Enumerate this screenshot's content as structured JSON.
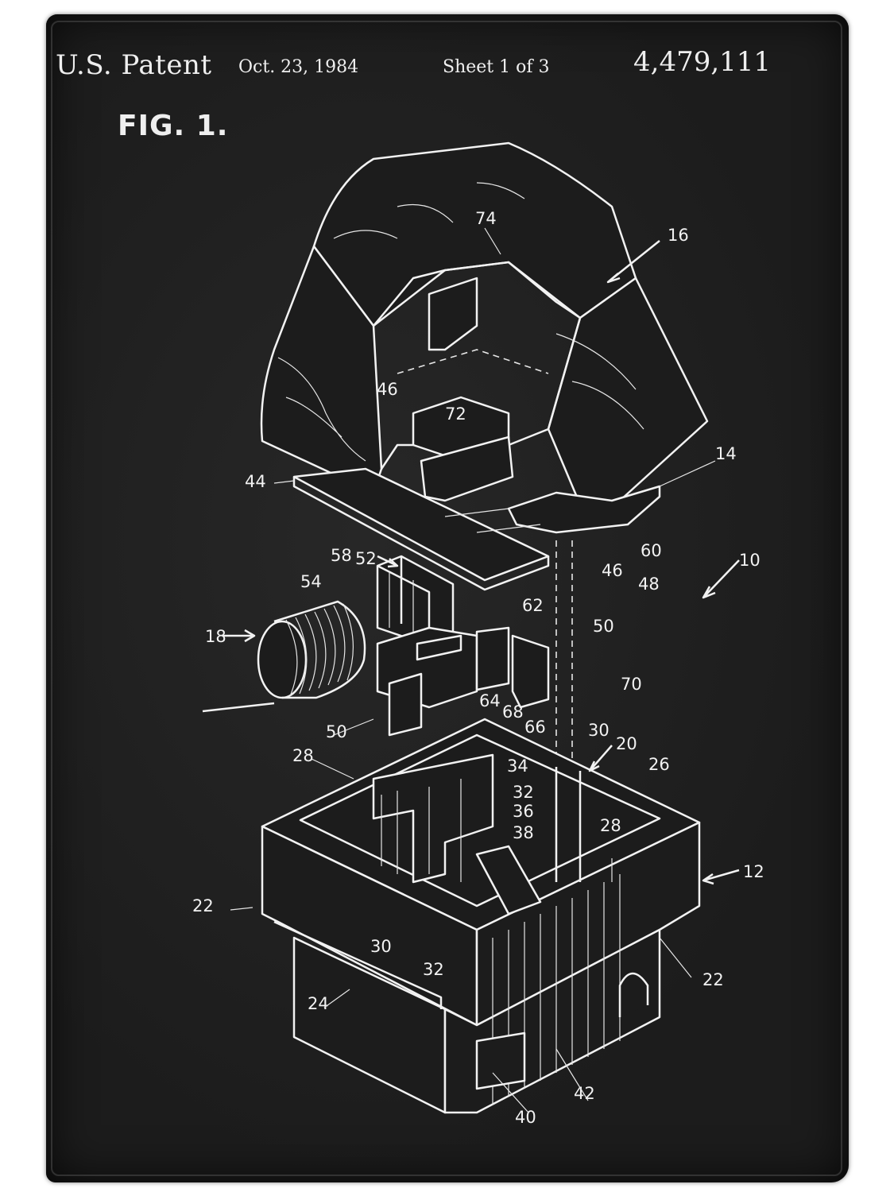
{
  "header": {
    "patent_label": "U.S. Patent",
    "date": "Oct. 23, 1984",
    "sheet": "Sheet 1 of 3",
    "number": "4,479,111"
  },
  "figure": {
    "label": "FIG. 1."
  },
  "reference_numerals": [
    "74",
    "16",
    "46",
    "72",
    "44",
    "14",
    "60",
    "58",
    "52",
    "46",
    "48",
    "10",
    "54",
    "62",
    "50",
    "18",
    "70",
    "64",
    "68",
    "66",
    "50",
    "30",
    "20",
    "26",
    "28",
    "34",
    "32",
    "36",
    "38",
    "28",
    "12",
    "22",
    "30",
    "32",
    "22",
    "24",
    "42",
    "40"
  ],
  "colors": {
    "background": "#1c1c1c",
    "ink": "#f2f2f2",
    "page": "#ffffff"
  }
}
